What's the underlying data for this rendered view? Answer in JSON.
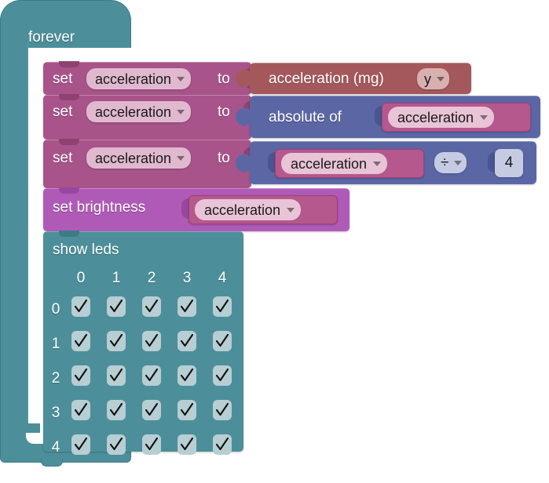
{
  "editor": {
    "kind": "blockly-visual-code-editor",
    "background": "#ffffff"
  },
  "colors": {
    "loop_teal": "#4c8f9a",
    "variables_mauve": "#a8548a",
    "math_blue": "#5b67a5",
    "input_red": "#a5585b",
    "led_purple": "#b05ab8",
    "field_pink": "#e8c4d6",
    "field_blue": "#c5cbe2",
    "led_cell": "#b7ced3"
  },
  "program": {
    "forever": {
      "label": "forever",
      "statements": [
        {
          "name": "set-acceleration-to-input",
          "set_label": "set",
          "variable": "acceleration",
          "to_label": "to",
          "value": {
            "type": "input-reporter",
            "label": "acceleration (mg)",
            "axis": "y"
          }
        },
        {
          "name": "set-acceleration-to-absolute",
          "set_label": "set",
          "variable": "acceleration",
          "to_label": "to",
          "value": {
            "type": "math-reporter",
            "label": "absolute of",
            "operand": "acceleration"
          }
        },
        {
          "name": "set-acceleration-to-division",
          "set_label": "set",
          "variable": "acceleration",
          "to_label": "to",
          "value": {
            "type": "math-arithmetic",
            "left_operand": "acceleration",
            "operator": "÷",
            "right_operand": "4"
          }
        },
        {
          "name": "set-brightness",
          "set_label": "set brightness",
          "value": {
            "type": "variable-reporter",
            "label": "acceleration"
          }
        },
        {
          "name": "show-leds",
          "label": "show leds",
          "matrix": {
            "col_headers": [
              "0",
              "1",
              "2",
              "3",
              "4"
            ],
            "row_headers": [
              "0",
              "1",
              "2",
              "3",
              "4"
            ],
            "cells": [
              [
                true,
                true,
                true,
                true,
                true
              ],
              [
                true,
                true,
                true,
                true,
                true
              ],
              [
                true,
                true,
                true,
                true,
                true
              ],
              [
                true,
                true,
                true,
                true,
                true
              ],
              [
                true,
                true,
                true,
                true,
                true
              ]
            ]
          }
        }
      ]
    }
  }
}
